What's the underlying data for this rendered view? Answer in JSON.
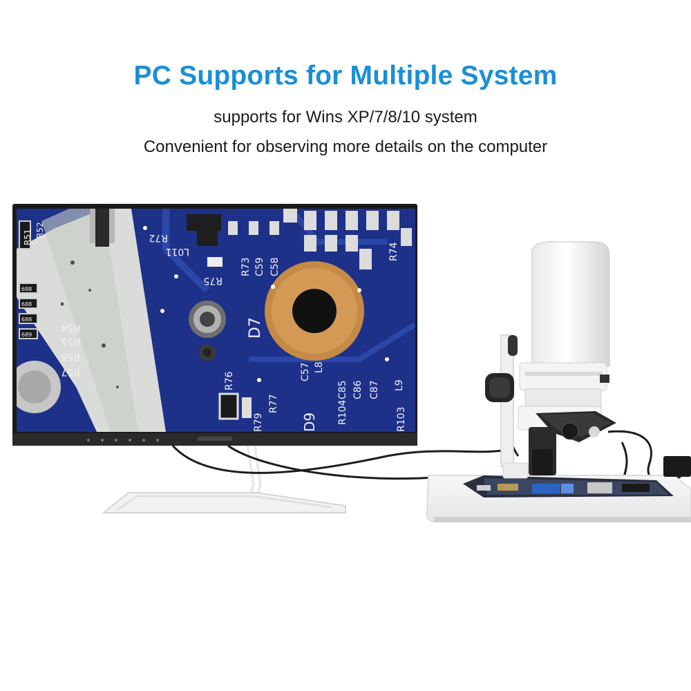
{
  "header": {
    "title": "PC Supports for Multiple System",
    "line1": "supports for Wins XP/7/8/10 system",
    "line2": "Convenient for observing more details on the computer"
  },
  "colors": {
    "title": "#1a8fd6",
    "text": "#1a1a1a",
    "pcb_blue": "#1d2f86",
    "copper": "#c58a45"
  },
  "screen": {
    "labels": {
      "r72": "R72",
      "r73": "R73",
      "c59": "C59",
      "c58": "C58",
      "r74": "R74",
      "r75": "R75",
      "l011": "L011",
      "d7": "D7",
      "r54": "R54",
      "r55": "R55",
      "r56": "R56",
      "r57": "R57",
      "r51": "R51",
      "r52": "R52",
      "c57": "C57",
      "l8": "L8",
      "r76": "R76",
      "r77": "R77",
      "r79": "R79",
      "d9": "D9",
      "c85": "C85",
      "c86": "C86",
      "c87": "C87",
      "l9": "L9",
      "r104": "R104",
      "r103": "R103",
      "chip1": "688",
      "chip2": "688",
      "chip3": "688",
      "chip4": "689"
    }
  }
}
